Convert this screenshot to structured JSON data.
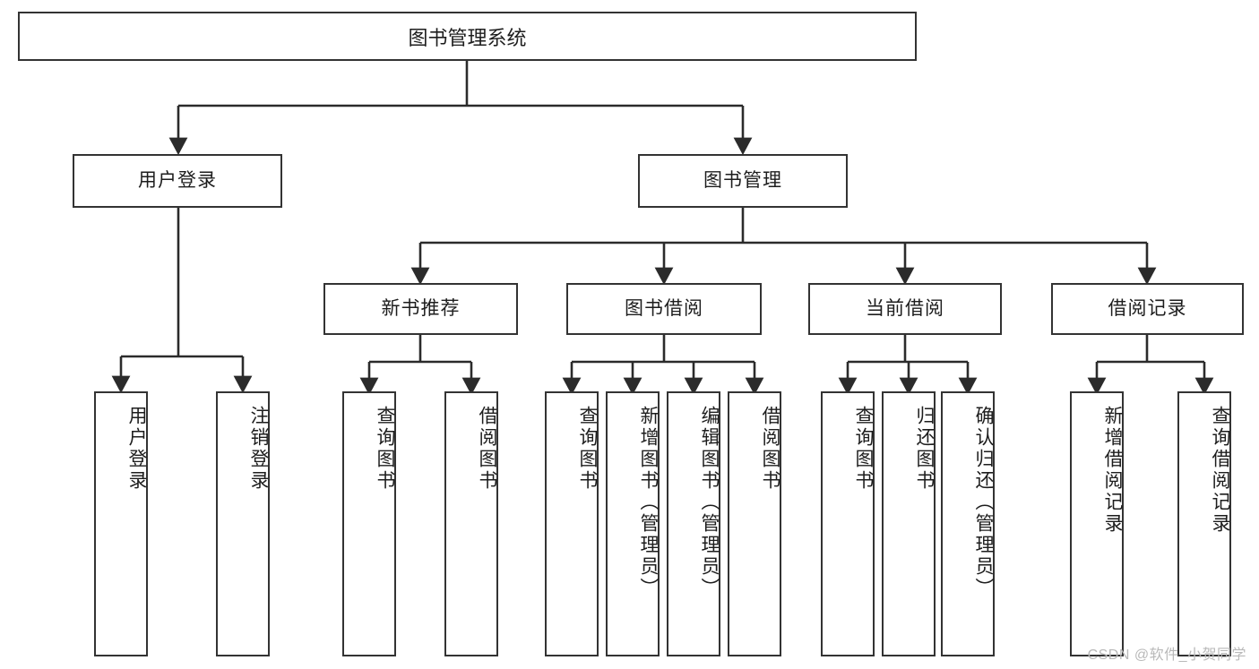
{
  "diagram": {
    "title": "图书管理系统",
    "type": "tree-hierarchy",
    "colors": {
      "background": "#ffffff",
      "box_border": "#333333",
      "box_fill": "#ffffff",
      "edge": "#2b2b2b",
      "text": "#1d1d1d",
      "watermark": "#b9b9b9"
    },
    "levels": {
      "root": {
        "label": "图书管理系统"
      },
      "level2": [
        {
          "label": "用户登录"
        },
        {
          "label": "图书管理"
        }
      ],
      "level3": [
        {
          "label": "新书推荐"
        },
        {
          "label": "图书借阅"
        },
        {
          "label": "当前借阅"
        },
        {
          "label": "借阅记录"
        }
      ],
      "leaves": {
        "user_login": [
          {
            "label": "用户登录"
          },
          {
            "label": "注销登录"
          }
        ],
        "new_book_recommend": [
          {
            "label": "查询图书"
          },
          {
            "label": "借阅图书"
          }
        ],
        "book_borrow": [
          {
            "label": "查询图书"
          },
          {
            "label": "新增图书（管理员）"
          },
          {
            "label": "编辑图书（管理员）"
          },
          {
            "label": "借阅图书"
          }
        ],
        "current_borrow": [
          {
            "label": "查询图书"
          },
          {
            "label": "归还图书"
          },
          {
            "label": "确认归还（管理员）"
          }
        ],
        "borrow_record": [
          {
            "label": "新增借阅记录"
          },
          {
            "label": "查询借阅记录"
          }
        ]
      }
    },
    "watermark": "CSDN @软件_小贺同学"
  }
}
